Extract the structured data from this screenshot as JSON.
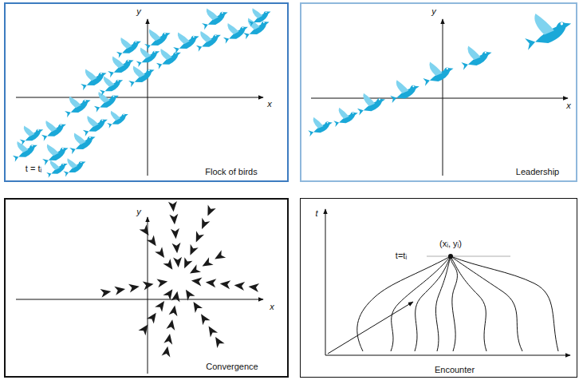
{
  "diagram": {
    "nodes": [
      {
        "text": [
          "Flock of birds"
        ]
      },
      {
        "text": [
          "Leadership"
        ]
      },
      {
        "text": [
          "Convergence"
        ]
      },
      {
        "text": [
          "Encounter"
        ]
      }
    ],
    "labels": [
      "y",
      "x",
      "t = tᵢ",
      "y",
      "x",
      "y",
      "x",
      "t",
      "t=tᵢ",
      "(xᵢ, yᵢ)"
    ]
  }
}
